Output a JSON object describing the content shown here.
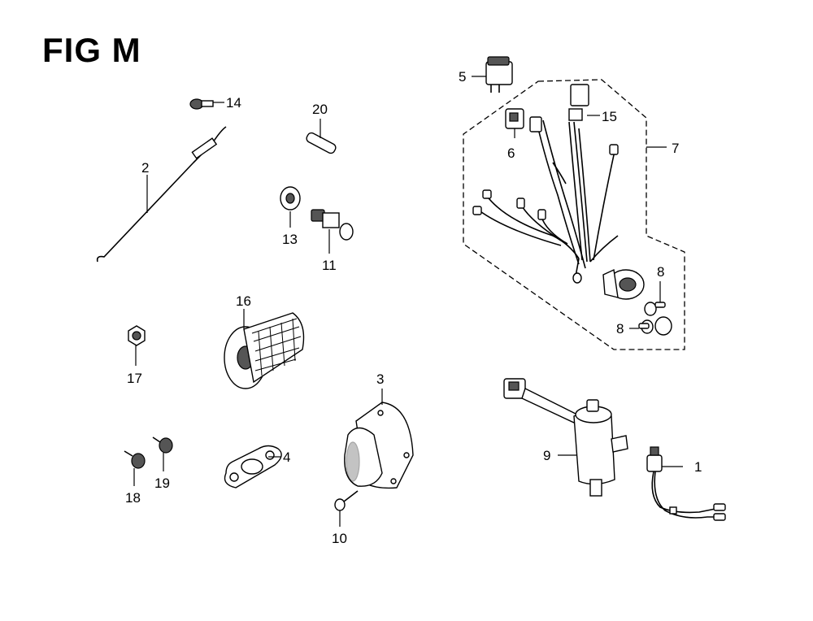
{
  "title": "FIG M",
  "labels": [
    "1",
    "2",
    "3",
    "4",
    "5",
    "6",
    "7",
    "8",
    "8",
    "9",
    "10",
    "11",
    "13",
    "14",
    "15",
    "16",
    "17",
    "18",
    "19",
    "20"
  ]
}
